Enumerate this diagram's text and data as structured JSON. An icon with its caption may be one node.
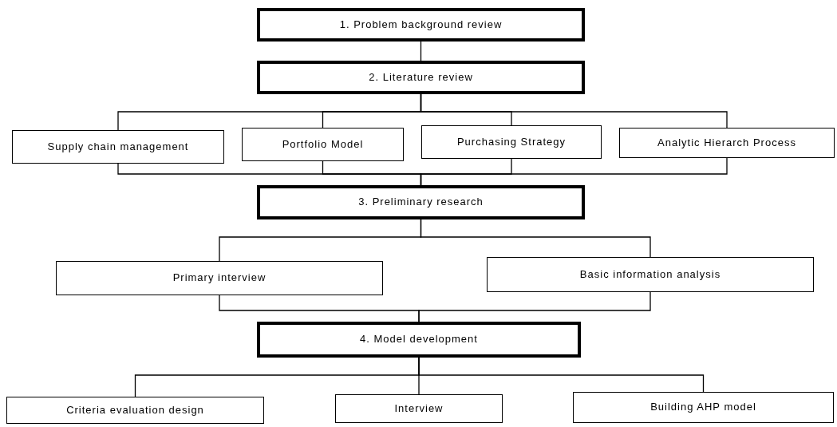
{
  "diagram": {
    "nodes": [
      {
        "text": [
          "1. Problem background review"
        ]
      },
      {
        "text": [
          "2. Literature review"
        ]
      },
      {
        "text": [
          "Supply chain management"
        ]
      },
      {
        "text": [
          "Portfolio Model"
        ]
      },
      {
        "text": [
          "Purchasing Strategy"
        ]
      },
      {
        "text": [
          "Analytic Hierarch Process"
        ]
      },
      {
        "text": [
          "3. Preliminary research"
        ]
      },
      {
        "text": [
          "Primary interview"
        ]
      },
      {
        "text": [
          "Basic information analysis"
        ]
      },
      {
        "text": [
          "4. Model development"
        ]
      },
      {
        "text": [
          "Criteria evaluation design"
        ]
      },
      {
        "text": [
          "Interview"
        ]
      },
      {
        "text": [
          "Building AHP model"
        ]
      }
    ],
    "edges": [
      {
        "from": 0,
        "to": 1,
        "arrow": "none"
      },
      {
        "from": 1,
        "to": 2,
        "arrow": "none"
      },
      {
        "from": 1,
        "to": 3,
        "arrow": "none"
      },
      {
        "from": 1,
        "to": 4,
        "arrow": "none"
      },
      {
        "from": 1,
        "to": 5,
        "arrow": "none"
      },
      {
        "from": 2,
        "to": 6,
        "arrow": "none"
      },
      {
        "from": 3,
        "to": 6,
        "arrow": "none"
      },
      {
        "from": 4,
        "to": 6,
        "arrow": "none"
      },
      {
        "from": 5,
        "to": 6,
        "arrow": "none"
      },
      {
        "from": 6,
        "to": 7,
        "arrow": "none"
      },
      {
        "from": 6,
        "to": 8,
        "arrow": "none"
      },
      {
        "from": 7,
        "to": 9,
        "arrow": "none"
      },
      {
        "from": 8,
        "to": 9,
        "arrow": "none"
      },
      {
        "from": 9,
        "to": 10,
        "arrow": "none"
      },
      {
        "from": 9,
        "to": 11,
        "arrow": "none"
      },
      {
        "from": 9,
        "to": 12,
        "arrow": "none"
      }
    ]
  }
}
